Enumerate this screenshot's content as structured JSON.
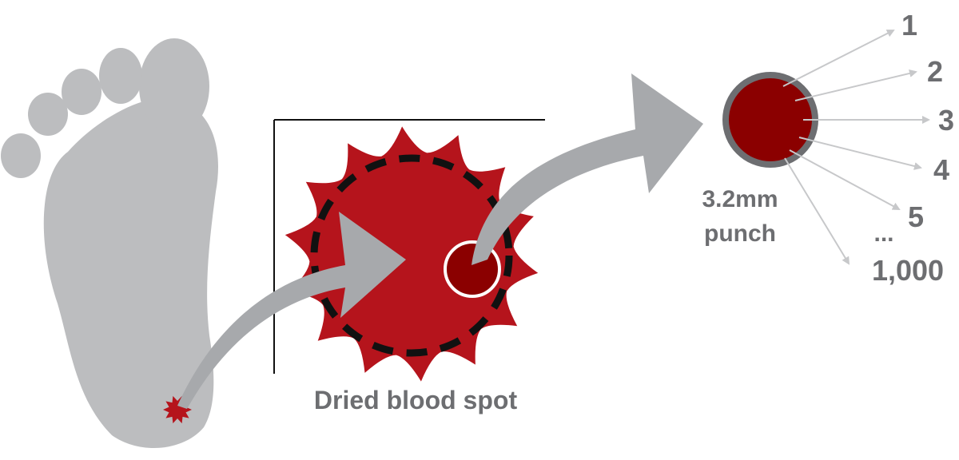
{
  "labels": {
    "dried_blood_spot": "Dried blood spot",
    "punch_size": "3.2mm",
    "punch_word": "punch"
  },
  "punch_numbers": [
    "1",
    "2",
    "3",
    "4",
    "5",
    "...",
    "1,000"
  ],
  "colors": {
    "foot": "#bcbdbf",
    "blood": "#b5141c",
    "punch_fill": "#8b0000",
    "punch_ring": "#6d6e71",
    "arrow": "#a7a9ac",
    "thin_arrow": "#c7c8ca",
    "text": "#6d6e71",
    "dash": "#111111",
    "card_line": "#111111"
  },
  "icons": {
    "foot": "foot-icon",
    "small_spot": "blood-drop-icon",
    "big_spot": "blood-spot-icon",
    "punch_disc": "punch-disc-icon"
  }
}
